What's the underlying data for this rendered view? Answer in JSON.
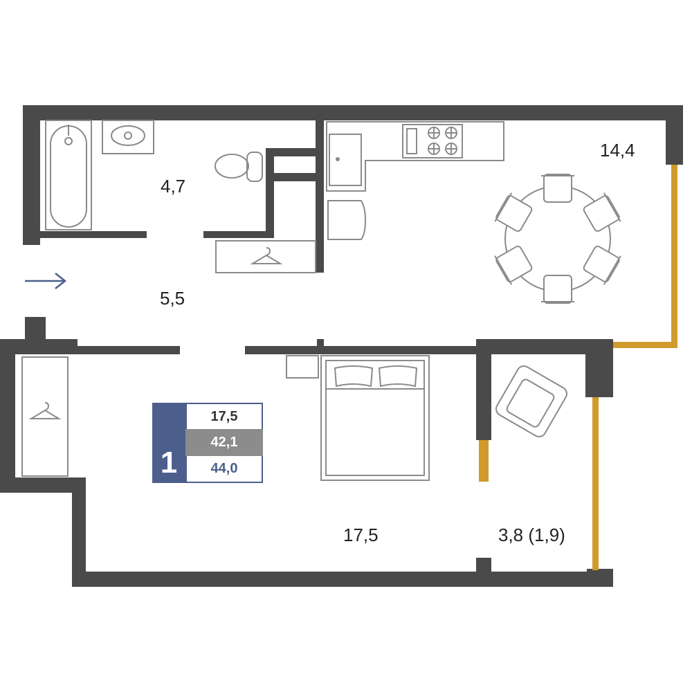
{
  "rooms": {
    "bathroom_area": "4,7",
    "hallway_area": "5,5",
    "kitchen_area": "14,4",
    "bedroom_area": "17,5",
    "loggia_area": "3,8 (1,9)"
  },
  "info_box": {
    "room_count": "1",
    "living_area": "17,5",
    "total_area_a": "42,1",
    "total_area_b": "44,0"
  },
  "colors": {
    "wall": "#4a4a4a",
    "window": "#d09a2c",
    "accent": "#4c5f8c",
    "fixture": "#8a8a8a"
  },
  "icons": [
    "entrance-arrow-icon",
    "hanger-icon"
  ]
}
